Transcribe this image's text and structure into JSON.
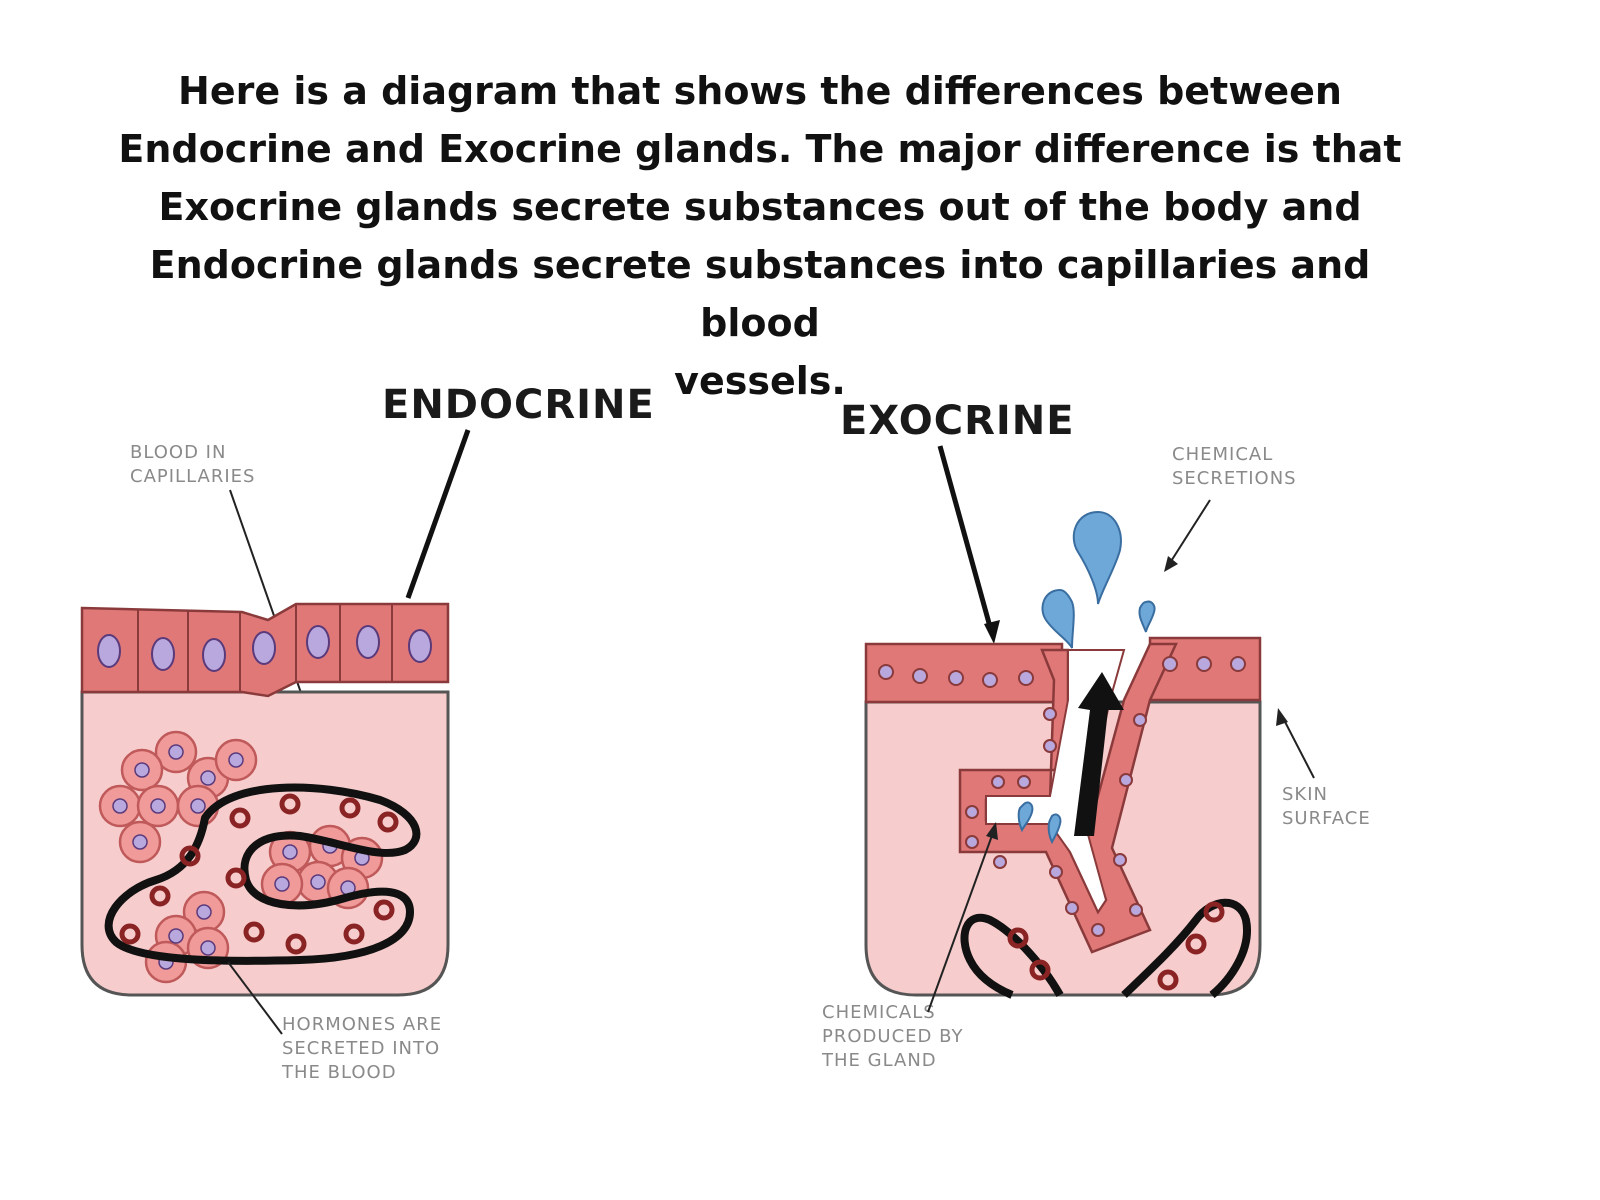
{
  "intro": {
    "lines": [
      "Here is a diagram that shows the differences between",
      "Endocrine and Exocrine glands. The major difference is that",
      "Exocrine glands secrete substances out of the body and",
      "Endocrine glands secrete substances into capillaries and blood",
      "vessels."
    ]
  },
  "endocrine": {
    "title": "ENDOCRINE",
    "label_blood": [
      "BLOOD IN",
      "CAPILLARIES"
    ],
    "label_hormones": [
      "HORMONES ARE",
      "SECRETED INTO",
      "THE BLOOD"
    ]
  },
  "exocrine": {
    "title": "EXOCRINE",
    "label_secretions": [
      "CHEMICAL",
      "SECRETIONS"
    ],
    "label_skin": [
      "SKIN",
      "SURFACE"
    ],
    "label_chemicals": [
      "CHEMICALS",
      "PRODUCED BY",
      "THE GLAND"
    ]
  },
  "colors": {
    "epithelium": "#e07878",
    "tissue": "#f6cccc",
    "nucleus": "#b9a8de",
    "blood_cell": "#8a2323",
    "secretion": "#6ea8d8",
    "outline": "#111111"
  }
}
